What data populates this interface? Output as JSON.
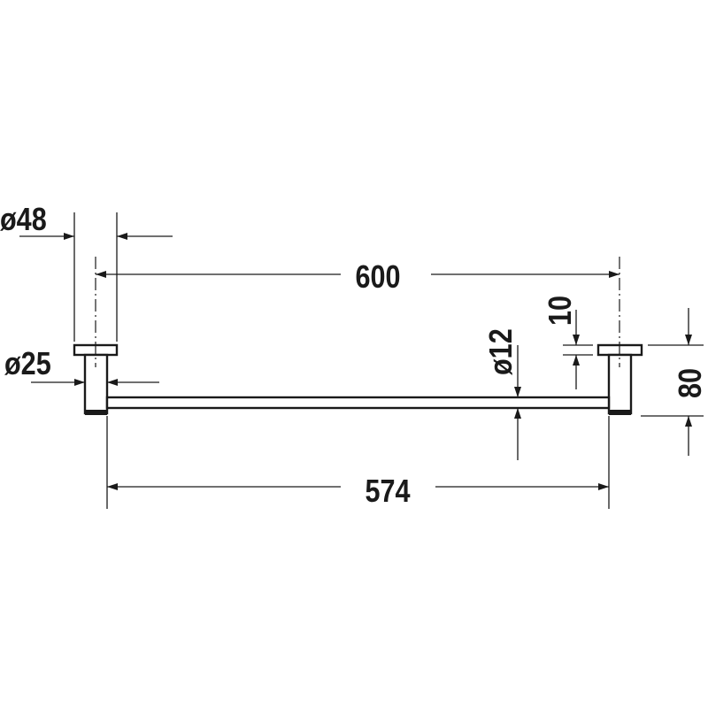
{
  "dimensions": {
    "flange_diameter": "ø48",
    "center_distance": "600",
    "post_diameter": "ø25",
    "bar_diameter": "ø12",
    "flange_thickness": "10",
    "projection": "80",
    "bar_length": "574"
  },
  "colors": {
    "line": "#1a1a1a",
    "background": "#ffffff"
  }
}
